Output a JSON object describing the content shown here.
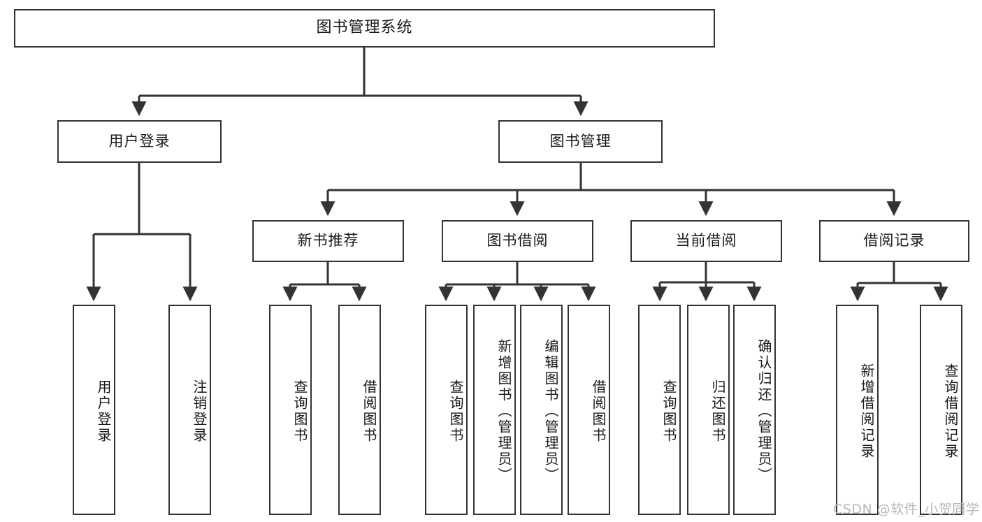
{
  "diagram": {
    "title": "图书管理系统",
    "type": "tree-hierarchy-diagram",
    "root": {
      "label": "图书管理系统"
    },
    "level2": [
      {
        "label": "用户登录"
      },
      {
        "label": "图书管理"
      }
    ],
    "level3": [
      {
        "label": "新书推荐"
      },
      {
        "label": "图书借阅"
      },
      {
        "label": "当前借阅"
      },
      {
        "label": "借阅记录"
      }
    ],
    "leaves": {
      "user_login": [
        {
          "label": "用户登录"
        },
        {
          "label": "注销登录"
        }
      ],
      "new_book_recommend": [
        {
          "label": "查询图书"
        },
        {
          "label": "借阅图书"
        }
      ],
      "book_borrow": [
        {
          "label": "查询图书"
        },
        {
          "label": "新增图书（管理员）"
        },
        {
          "label": "编辑图书（管理员）"
        },
        {
          "label": "借阅图书"
        }
      ],
      "current_borrow": [
        {
          "label": "查询图书"
        },
        {
          "label": "归还图书"
        },
        {
          "label": "确认归还（管理员）"
        }
      ],
      "borrow_record": [
        {
          "label": "新增借阅记录"
        },
        {
          "label": "查询借阅记录"
        }
      ]
    }
  },
  "watermark": {
    "text": "CSDN @软件_小贺同学"
  },
  "colors": {
    "stroke": "#333333",
    "background": "#ffffff",
    "text": "#1a1a1a",
    "watermark": "#b8b8b8"
  }
}
